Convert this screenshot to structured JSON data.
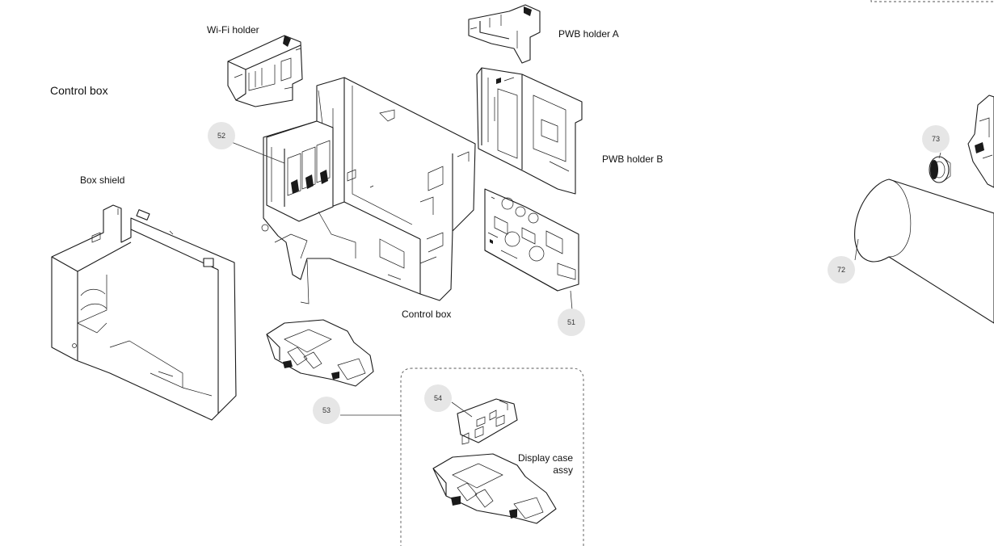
{
  "title": "Control box",
  "labels": {
    "wifi_holder": "Wi-Fi holder",
    "pwb_holder_a": "PWB holder A",
    "pwb_holder_b": "PWB holder B",
    "box_shield": "Box shield",
    "control_box": "Control box",
    "display_case_line1": "Display case",
    "display_case_line2": "assy"
  },
  "callouts": {
    "c51": "51",
    "c52": "52",
    "c53": "53",
    "c54": "54",
    "c72": "72",
    "c73": "73"
  }
}
